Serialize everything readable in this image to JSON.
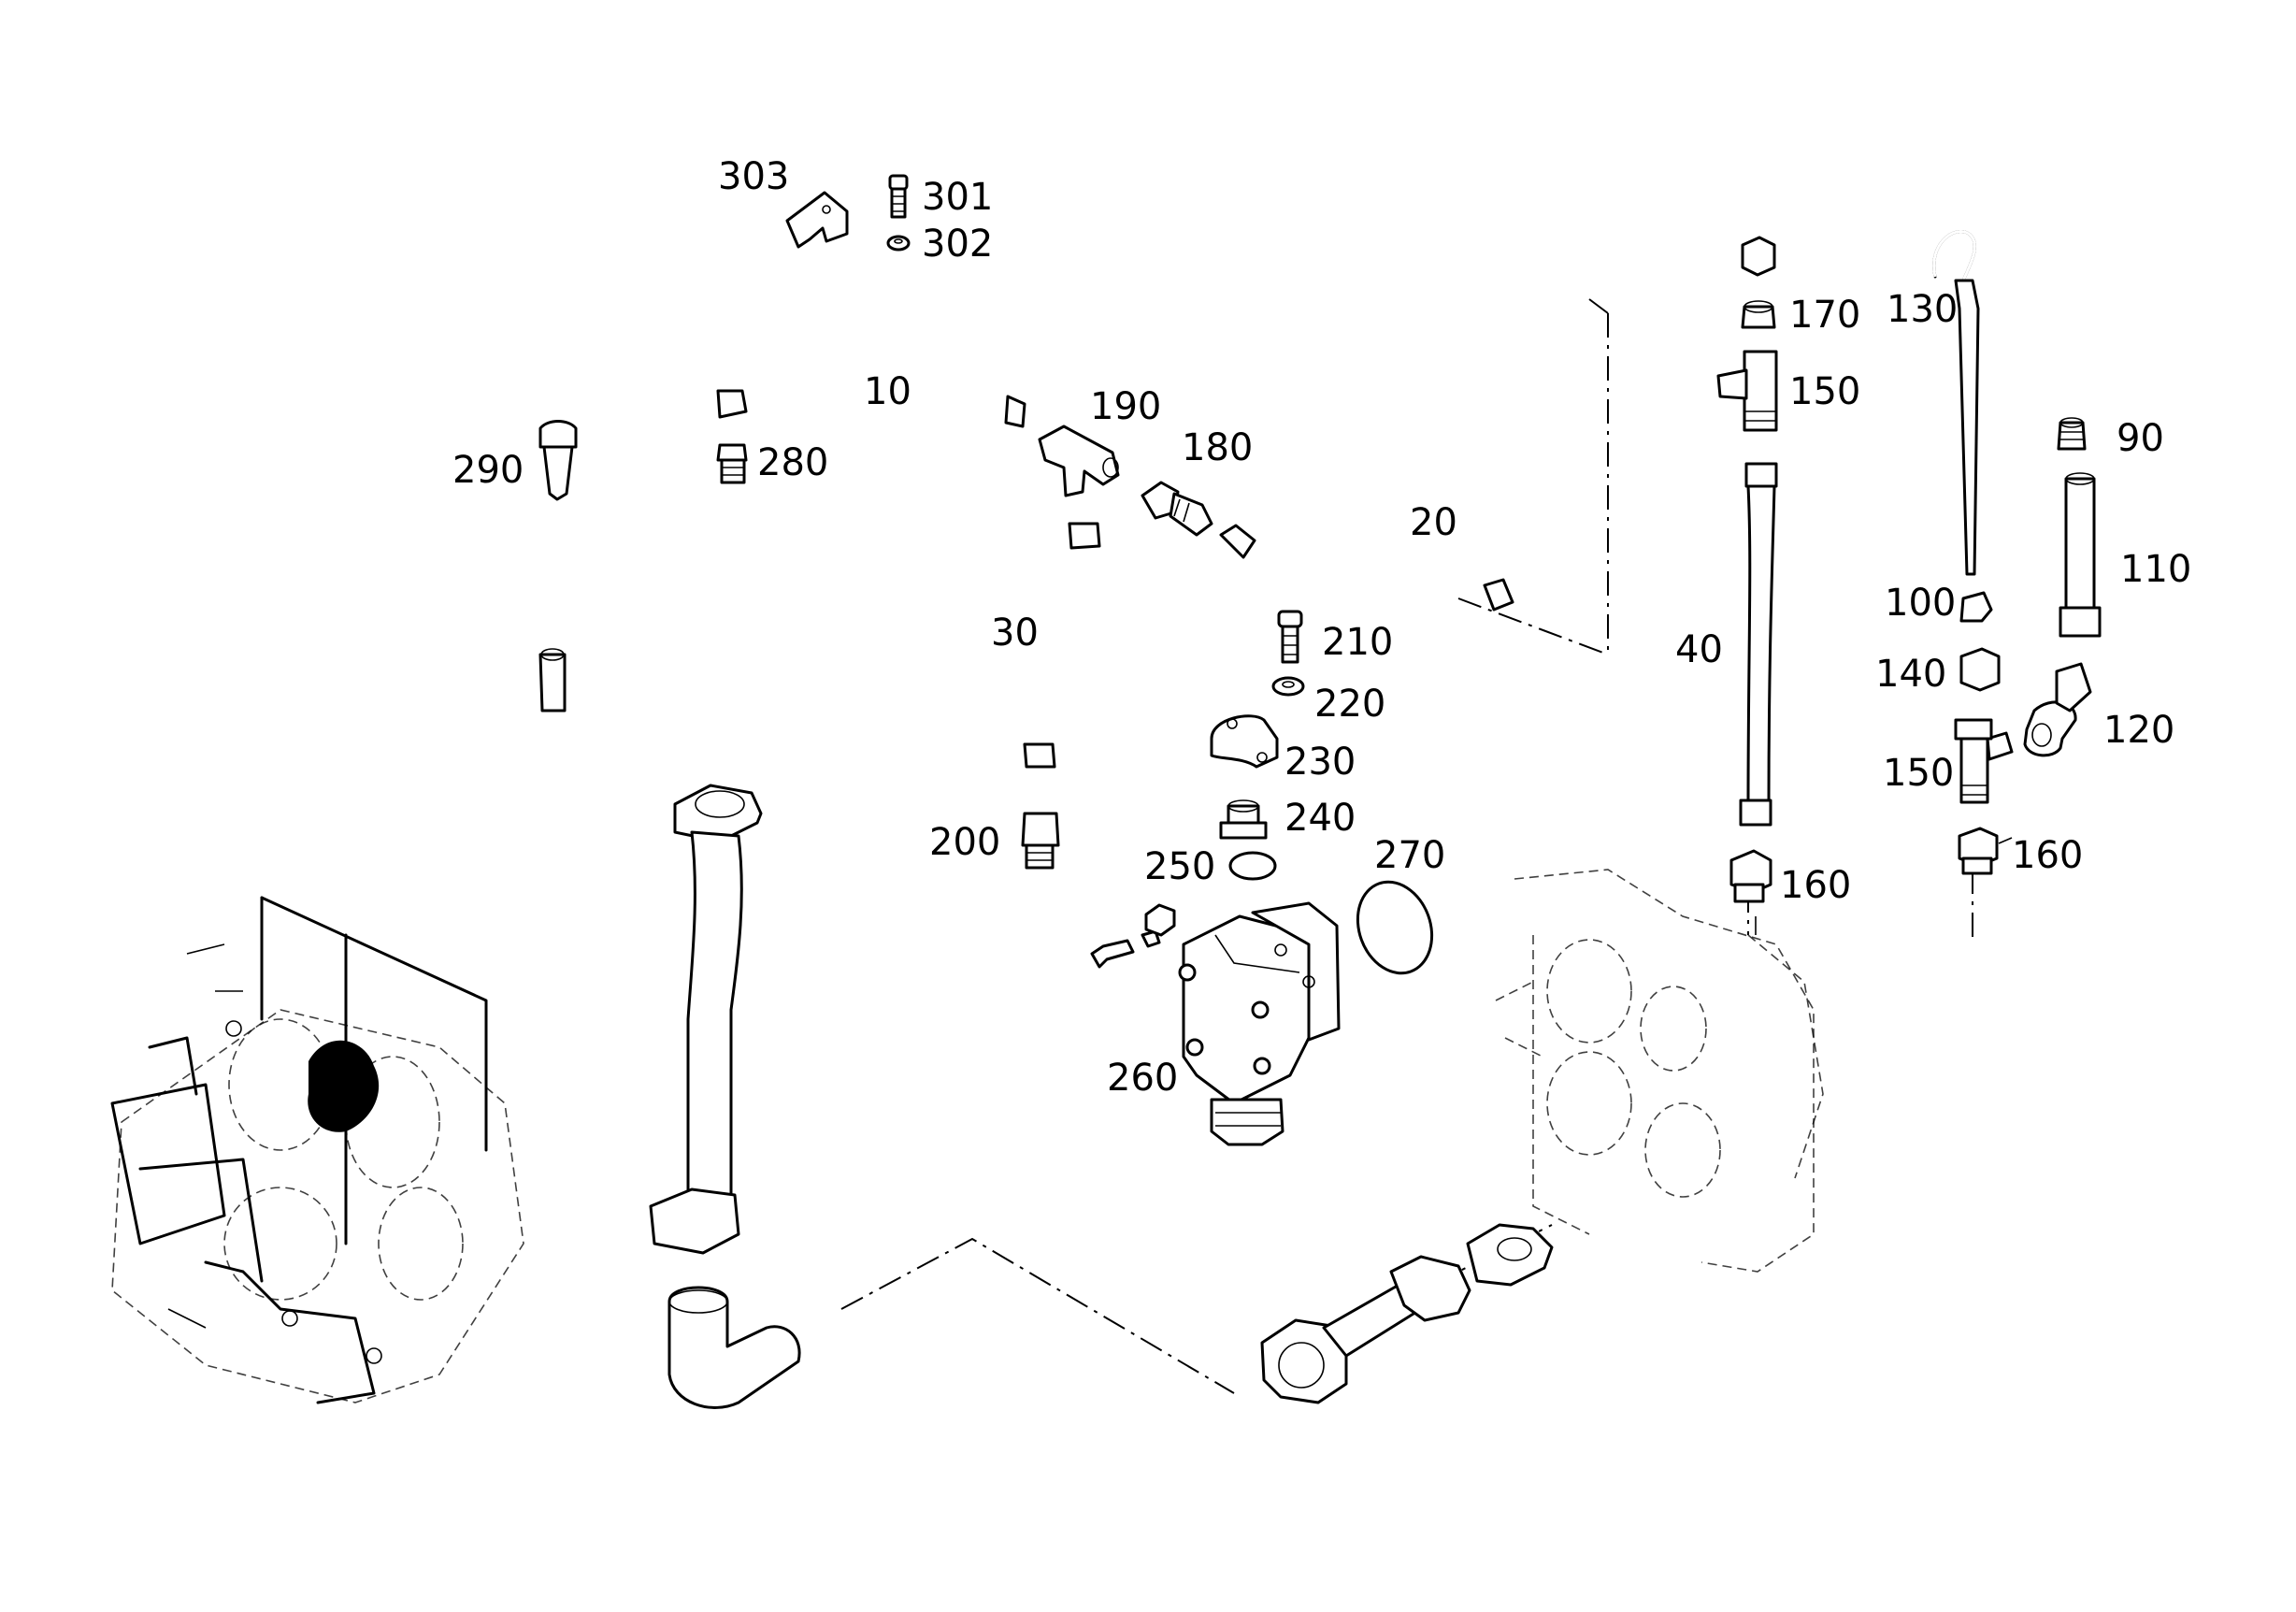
{
  "callouts": [
    {
      "id": "c-303",
      "text": "303"
    },
    {
      "id": "c-301",
      "text": "301"
    },
    {
      "id": "c-302",
      "text": "302"
    },
    {
      "id": "c-10",
      "text": "10"
    },
    {
      "id": "c-190",
      "text": "190"
    },
    {
      "id": "c-180",
      "text": "180"
    },
    {
      "id": "c-20",
      "text": "20"
    },
    {
      "id": "c-290",
      "text": "290"
    },
    {
      "id": "c-280",
      "text": "280"
    },
    {
      "id": "c-30",
      "text": "30"
    },
    {
      "id": "c-210",
      "text": "210"
    },
    {
      "id": "c-220",
      "text": "220"
    },
    {
      "id": "c-230",
      "text": "230"
    },
    {
      "id": "c-200",
      "text": "200"
    },
    {
      "id": "c-240",
      "text": "240"
    },
    {
      "id": "c-250",
      "text": "250"
    },
    {
      "id": "c-270",
      "text": "270"
    },
    {
      "id": "c-260",
      "text": "260"
    },
    {
      "id": "c-170",
      "text": "170"
    },
    {
      "id": "c-150a",
      "text": "150"
    },
    {
      "id": "c-40",
      "text": "40"
    },
    {
      "id": "c-160a",
      "text": "160"
    },
    {
      "id": "c-130",
      "text": "130"
    },
    {
      "id": "c-90",
      "text": "90"
    },
    {
      "id": "c-110",
      "text": "110"
    },
    {
      "id": "c-100",
      "text": "100"
    },
    {
      "id": "c-140",
      "text": "140"
    },
    {
      "id": "c-120",
      "text": "120"
    },
    {
      "id": "c-150b",
      "text": "150"
    },
    {
      "id": "c-160b",
      "text": "160"
    }
  ]
}
